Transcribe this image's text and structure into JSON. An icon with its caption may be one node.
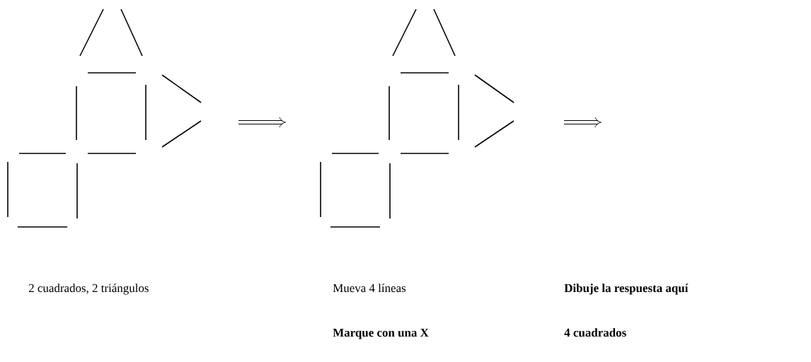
{
  "diagram": {
    "labels": [
      "2 cuadrados, 2 triángulos",
      "Mueva 4 líneas",
      "Dibuje la respuesta aquí",
      "Marque con una X",
      "4 cuadrados"
    ]
  }
}
